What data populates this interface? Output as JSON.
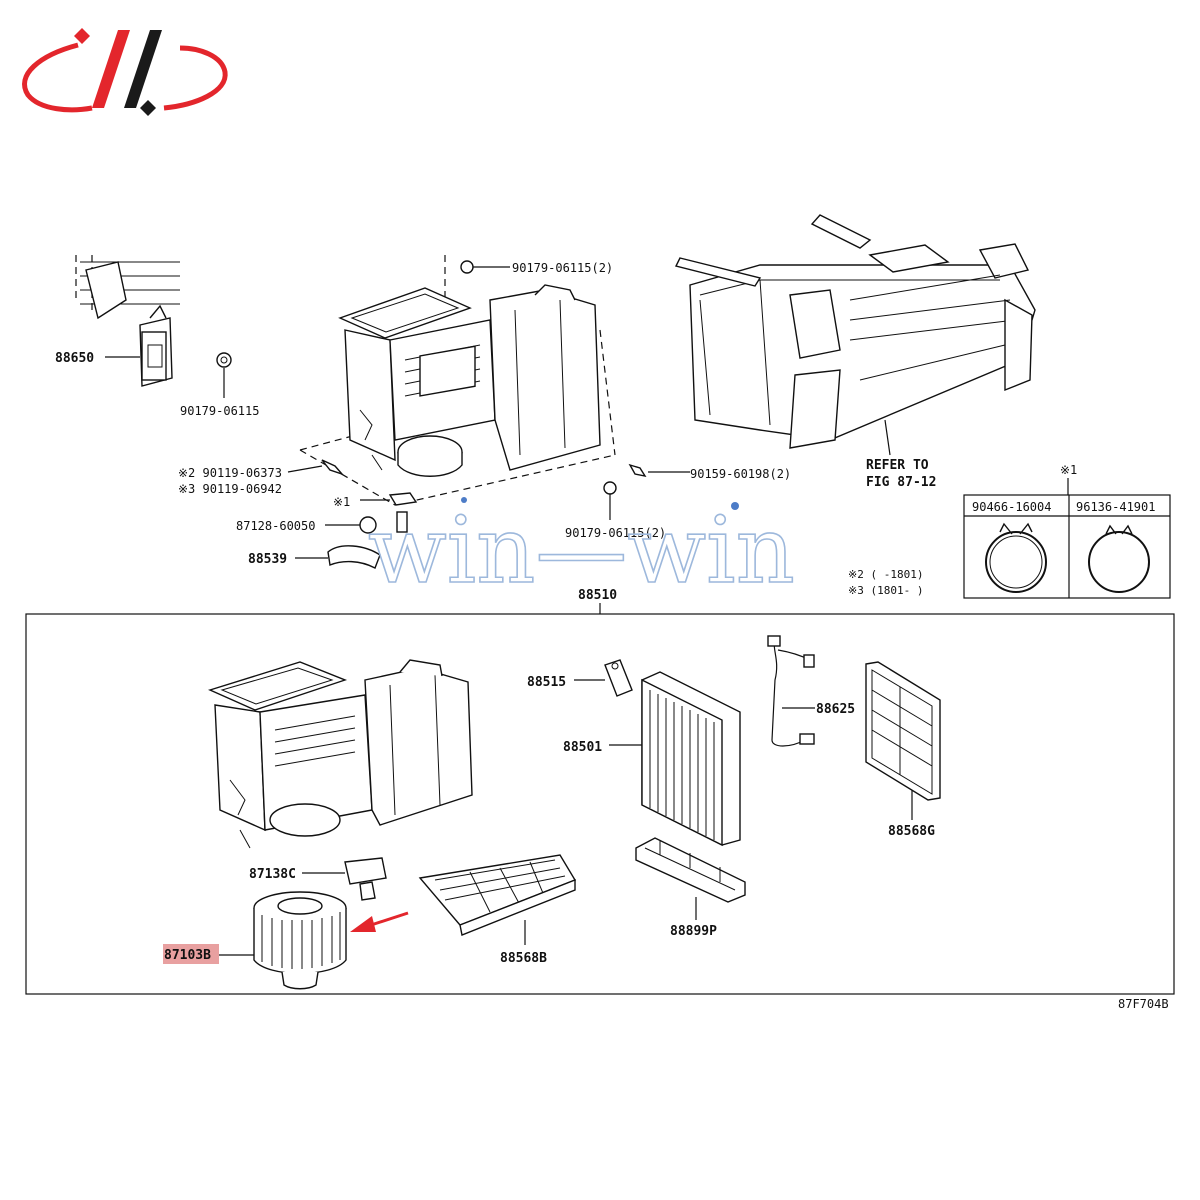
{
  "brand": {
    "logo_name": "win-win logo",
    "colors": {
      "red": "#e3262c",
      "dark": "#1a1a1a"
    }
  },
  "watermark": "win—win",
  "diagram_code": "87F704B",
  "main_assembly": "88510",
  "labels": {
    "p88650": "88650",
    "bolt_top": "90179-06115(2)",
    "bolt_left": "90179-06115",
    "screw_r": "90159-60198(2)",
    "bolt_mid": "90179-06115(2)",
    "screw_a": "※2 90119-06373",
    "screw_b": "※3 90119-06942",
    "mark1": "※1",
    "p87128": "87128-60050",
    "p88539": "88539",
    "refer_1": "REFER TO",
    "refer_2": "FIG 87-12",
    "p88515": "88515",
    "p88501": "88501",
    "p88625": "88625",
    "p88568G": "88568G",
    "p87138C": "87138C",
    "p87103B": "87103B",
    "p88568B": "88568B",
    "p88899P": "88899P"
  },
  "notes": {
    "n2": "※2 (     -1801)",
    "n3": "※3 (1801-     )"
  },
  "clamp_box": {
    "marker": "※1",
    "col1": "90466-16004",
    "col2": "96136-41901"
  },
  "highlight_color": "#e8a0a0",
  "arrow_color": "#e3262c"
}
